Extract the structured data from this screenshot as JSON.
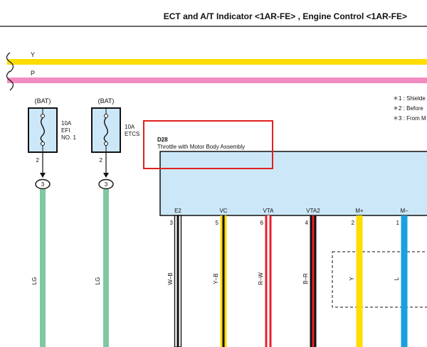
{
  "header": {
    "title": "ECT and A/T Indicator <1AR-FE> , Engine Control <1AR-FE>"
  },
  "buses": [
    {
      "label": "Y",
      "color": "#ffdc00"
    },
    {
      "label": "P",
      "color": "#f08cc0"
    }
  ],
  "fuses": [
    {
      "source": "(BAT)",
      "amp": "10A",
      "name_line1": "EFI",
      "name_line2": "NO. 1",
      "pin": "2",
      "connector": "3",
      "wire_color": "LG"
    },
    {
      "source": "(BAT)",
      "amp": "10A",
      "name_line1": "ETCS",
      "name_line2": "",
      "pin": "2",
      "connector": "3",
      "wire_color": "LG"
    }
  ],
  "notes": [
    "＊1 : Shielde",
    "＊2 : Before",
    "＊3 : From M"
  ],
  "component": {
    "id": "D28",
    "name": "Throttle with Motor Body Assembly"
  },
  "pins": [
    {
      "name": "E2",
      "num": "3",
      "wire": "W–B",
      "color": "#ffffff",
      "stripe": "#111111"
    },
    {
      "name": "VC",
      "num": "5",
      "wire": "Y–B",
      "color": "#ffdc00",
      "stripe": "#111111"
    },
    {
      "name": "VTA",
      "num": "6",
      "wire": "R–W",
      "color": "#e8202a",
      "stripe": "#ffffff"
    },
    {
      "name": "VTA2",
      "num": "4",
      "wire": "B–R",
      "color": "#111111",
      "stripe": "#e8202a"
    },
    {
      "name": "M+",
      "num": "2",
      "wire": "Y",
      "color": "#ffdc00",
      "stripe": ""
    },
    {
      "name": "M–",
      "num": "1",
      "wire": "L",
      "color": "#1aa0e0",
      "stripe": ""
    }
  ],
  "colors": {
    "component_fill": "#cce8f8",
    "highlight": "#e02020",
    "wire_lg": "#80c8a0"
  }
}
